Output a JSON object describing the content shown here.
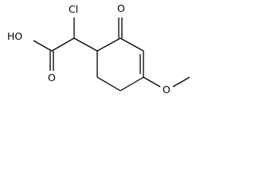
{
  "molecule": {
    "atoms": {
      "chlorine": "Cl",
      "carboxyl_oh": "HO",
      "carboxyl_o": "O",
      "ketone_o": "O",
      "ether_o": "O"
    }
  }
}
